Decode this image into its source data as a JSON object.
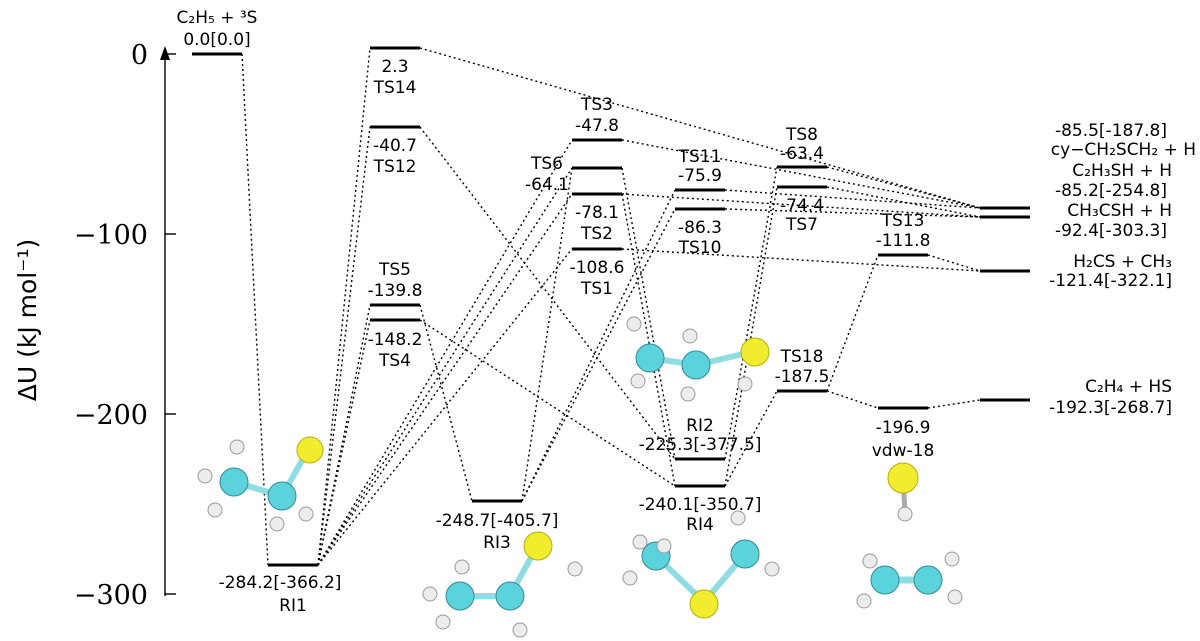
{
  "axis": {
    "ylabel": "ΔU (kJ mol⁻¹)",
    "ticks": [
      "0",
      "−100",
      "−200",
      "−300"
    ]
  },
  "levels": [
    {
      "id": "reactant",
      "name": "C₂H₅ + ³S",
      "value": "0.0[0.0]"
    },
    {
      "id": "ts14",
      "name": "TS14",
      "value": "2.3"
    },
    {
      "id": "ts12",
      "name": "TS12",
      "value": "-40.7"
    },
    {
      "id": "ts5",
      "name": "TS5",
      "value": "-139.8"
    },
    {
      "id": "ts4",
      "name": "TS4",
      "value": "-148.2"
    },
    {
      "id": "ri1",
      "name": "RI1",
      "value": "-284.2[-366.2]"
    },
    {
      "id": "ri3",
      "name": "RI3",
      "value": "-248.7[-405.7]"
    },
    {
      "id": "ts3",
      "name": "TS3",
      "value": "-47.8"
    },
    {
      "id": "ts6",
      "name": "TS6",
      "value": "-64.1"
    },
    {
      "id": "ts2",
      "name": "TS2",
      "value": "-78.1"
    },
    {
      "id": "ts1",
      "name": "TS1",
      "value": "-108.6"
    },
    {
      "id": "ts11",
      "name": "TS11",
      "value": "-75.9"
    },
    {
      "id": "ts10",
      "name": "TS10",
      "value": "-86.3"
    },
    {
      "id": "ri2",
      "name": "RI2",
      "value": "-225.3[-377.5]"
    },
    {
      "id": "ri4",
      "name": "RI4",
      "value": "-240.1[-350.7]"
    },
    {
      "id": "ts8",
      "name": "TS8",
      "value": "-63.4"
    },
    {
      "id": "ts7",
      "name": "TS7",
      "value": "-74.4"
    },
    {
      "id": "ts13",
      "name": "TS13",
      "value": "-111.8"
    },
    {
      "id": "ts18",
      "name": "TS18",
      "value": "-187.5"
    },
    {
      "id": "vdw18",
      "name": "vdw-18",
      "value": "-196.9"
    },
    {
      "id": "p_cy",
      "name": "cy−CH₂SCH₂ + H",
      "value": "-85.5[-187.8]"
    },
    {
      "id": "p_c2h3sh",
      "name": "C₂H₃SH + H",
      "value": "-85.2[-254.8]"
    },
    {
      "id": "p_ch3csh",
      "name": "CH₃CSH + H",
      "value": "-92.4[-303.3]"
    },
    {
      "id": "p_h2cs",
      "name": "H₂CS + CH₃",
      "value": "-121.4[-322.1]"
    },
    {
      "id": "p_c2h4",
      "name": "C₂H₄ + HS",
      "value": "-192.3[-268.7]"
    }
  ],
  "colors": {
    "carbon": "#5bd2dc",
    "sulfur": "#f2ec2e",
    "hydrogen": "#ececec",
    "bond": "#8fdde3"
  }
}
